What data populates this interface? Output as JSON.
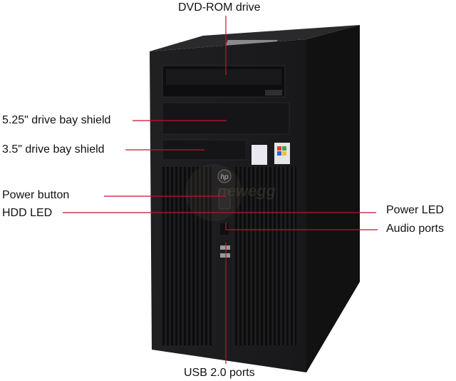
{
  "labels": {
    "dvd_rom_drive": "DVD-ROM drive",
    "drive_bay_525": "5.25\" drive bay shield",
    "drive_bay_35": "3.5\" drive bay shield",
    "power_button": "Power button",
    "hdd_led": "HDD LED",
    "power_led": "Power LED",
    "audio_ports": "Audio ports",
    "usb_ports": "USB 2.0 ports"
  },
  "logos": {
    "hp": "hp",
    "watermark": "newegg"
  },
  "colors": {
    "leader_line": "#c8102e",
    "case_body": "#1c1c1e",
    "case_side": "#111112",
    "case_top": "#2a2a2c",
    "bay": "#0e0e10"
  }
}
